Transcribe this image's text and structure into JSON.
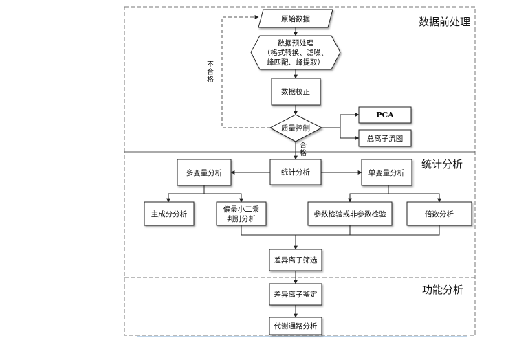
{
  "sections": {
    "preprocessing": "数据前处理",
    "statistics": "统计分析",
    "functional": "功能分析"
  },
  "nodes": {
    "raw_data": "原始数据",
    "preprocess_line1": "数据预处理",
    "preprocess_line2": "（格式转换、滤噪、",
    "preprocess_line3": "峰匹配、峰提取）",
    "calibration": "数据校正",
    "quality_control": "质量控制",
    "pca": "PCA",
    "total_ion": "总离子流图",
    "stat_analysis": "统计分析",
    "multivariate": "多变量分析",
    "univariate": "单变量分析",
    "principal_component": "主成分分析",
    "plsda_line1": "偏最小二乘",
    "plsda_line2": "判别分析",
    "param_test": "参数检验或非参数检验",
    "fold_change": "倍数分析",
    "ion_screening": "差异离子筛选",
    "ion_identification": "差异离子鉴定",
    "pathway_analysis": "代谢通路分析"
  },
  "edge_labels": {
    "fail": [
      "不",
      "合",
      "格"
    ],
    "pass": [
      "合",
      "格"
    ]
  }
}
